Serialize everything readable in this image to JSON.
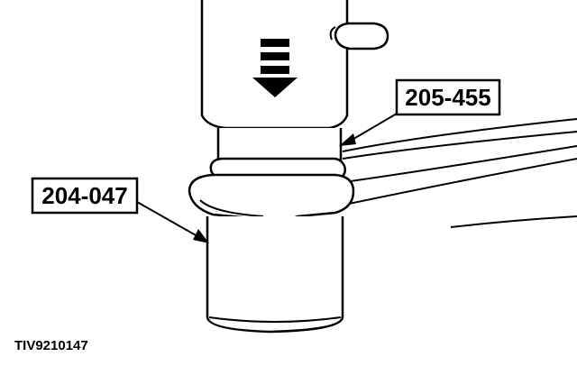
{
  "callouts": [
    {
      "id": "installer",
      "label": "205-455"
    },
    {
      "id": "receiver",
      "label": "204-047"
    }
  ],
  "figure_id": "TIV9210147"
}
